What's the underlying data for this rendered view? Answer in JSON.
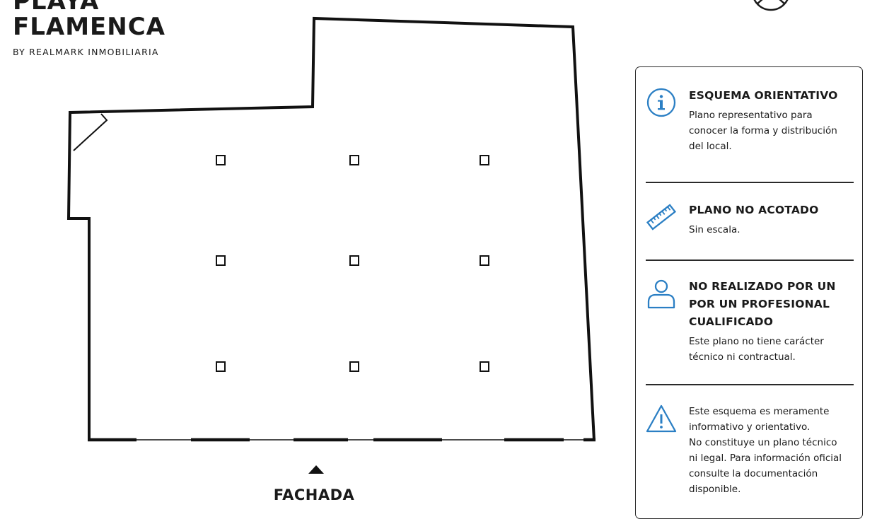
{
  "brand": {
    "line1": "PLAYA",
    "line2": "FLAMENCA",
    "subtitle": "BY REALMARK INMOBILIARIA"
  },
  "plan": {
    "fachada_label": "FACHADA"
  },
  "icons": {
    "info": "info-circle-icon",
    "ruler": "ruler-icon",
    "person": "person-icon",
    "warning": "warning-triangle-icon",
    "compass": "compass-icon"
  },
  "colors": {
    "accent": "#2b7fc4",
    "ink": "#1a1a1a"
  },
  "panel": {
    "sections": [
      {
        "title": "ESQUEMA ORIENTATIVO",
        "text_lines": [
          "Plano representativo para",
          "conocer la forma y distribución",
          "del local."
        ]
      },
      {
        "title": "PLANO NO ACOTADO",
        "text_lines": [
          "Sin escala."
        ]
      },
      {
        "title_lines": [
          "NO REALIZADO POR UN",
          "POR UN PROFESIONAL",
          "CUALIFICADO"
        ],
        "text_lines": [
          "Este plano no tiene carácter",
          "técnico ni contractual."
        ]
      },
      {
        "text_lines": [
          "Este esquema es meramente",
          "informativo y orientativo.",
          "No constituye un plano técnico",
          "ni legal. Para información oficial",
          "consulte la documentación",
          "disponible."
        ]
      }
    ]
  }
}
